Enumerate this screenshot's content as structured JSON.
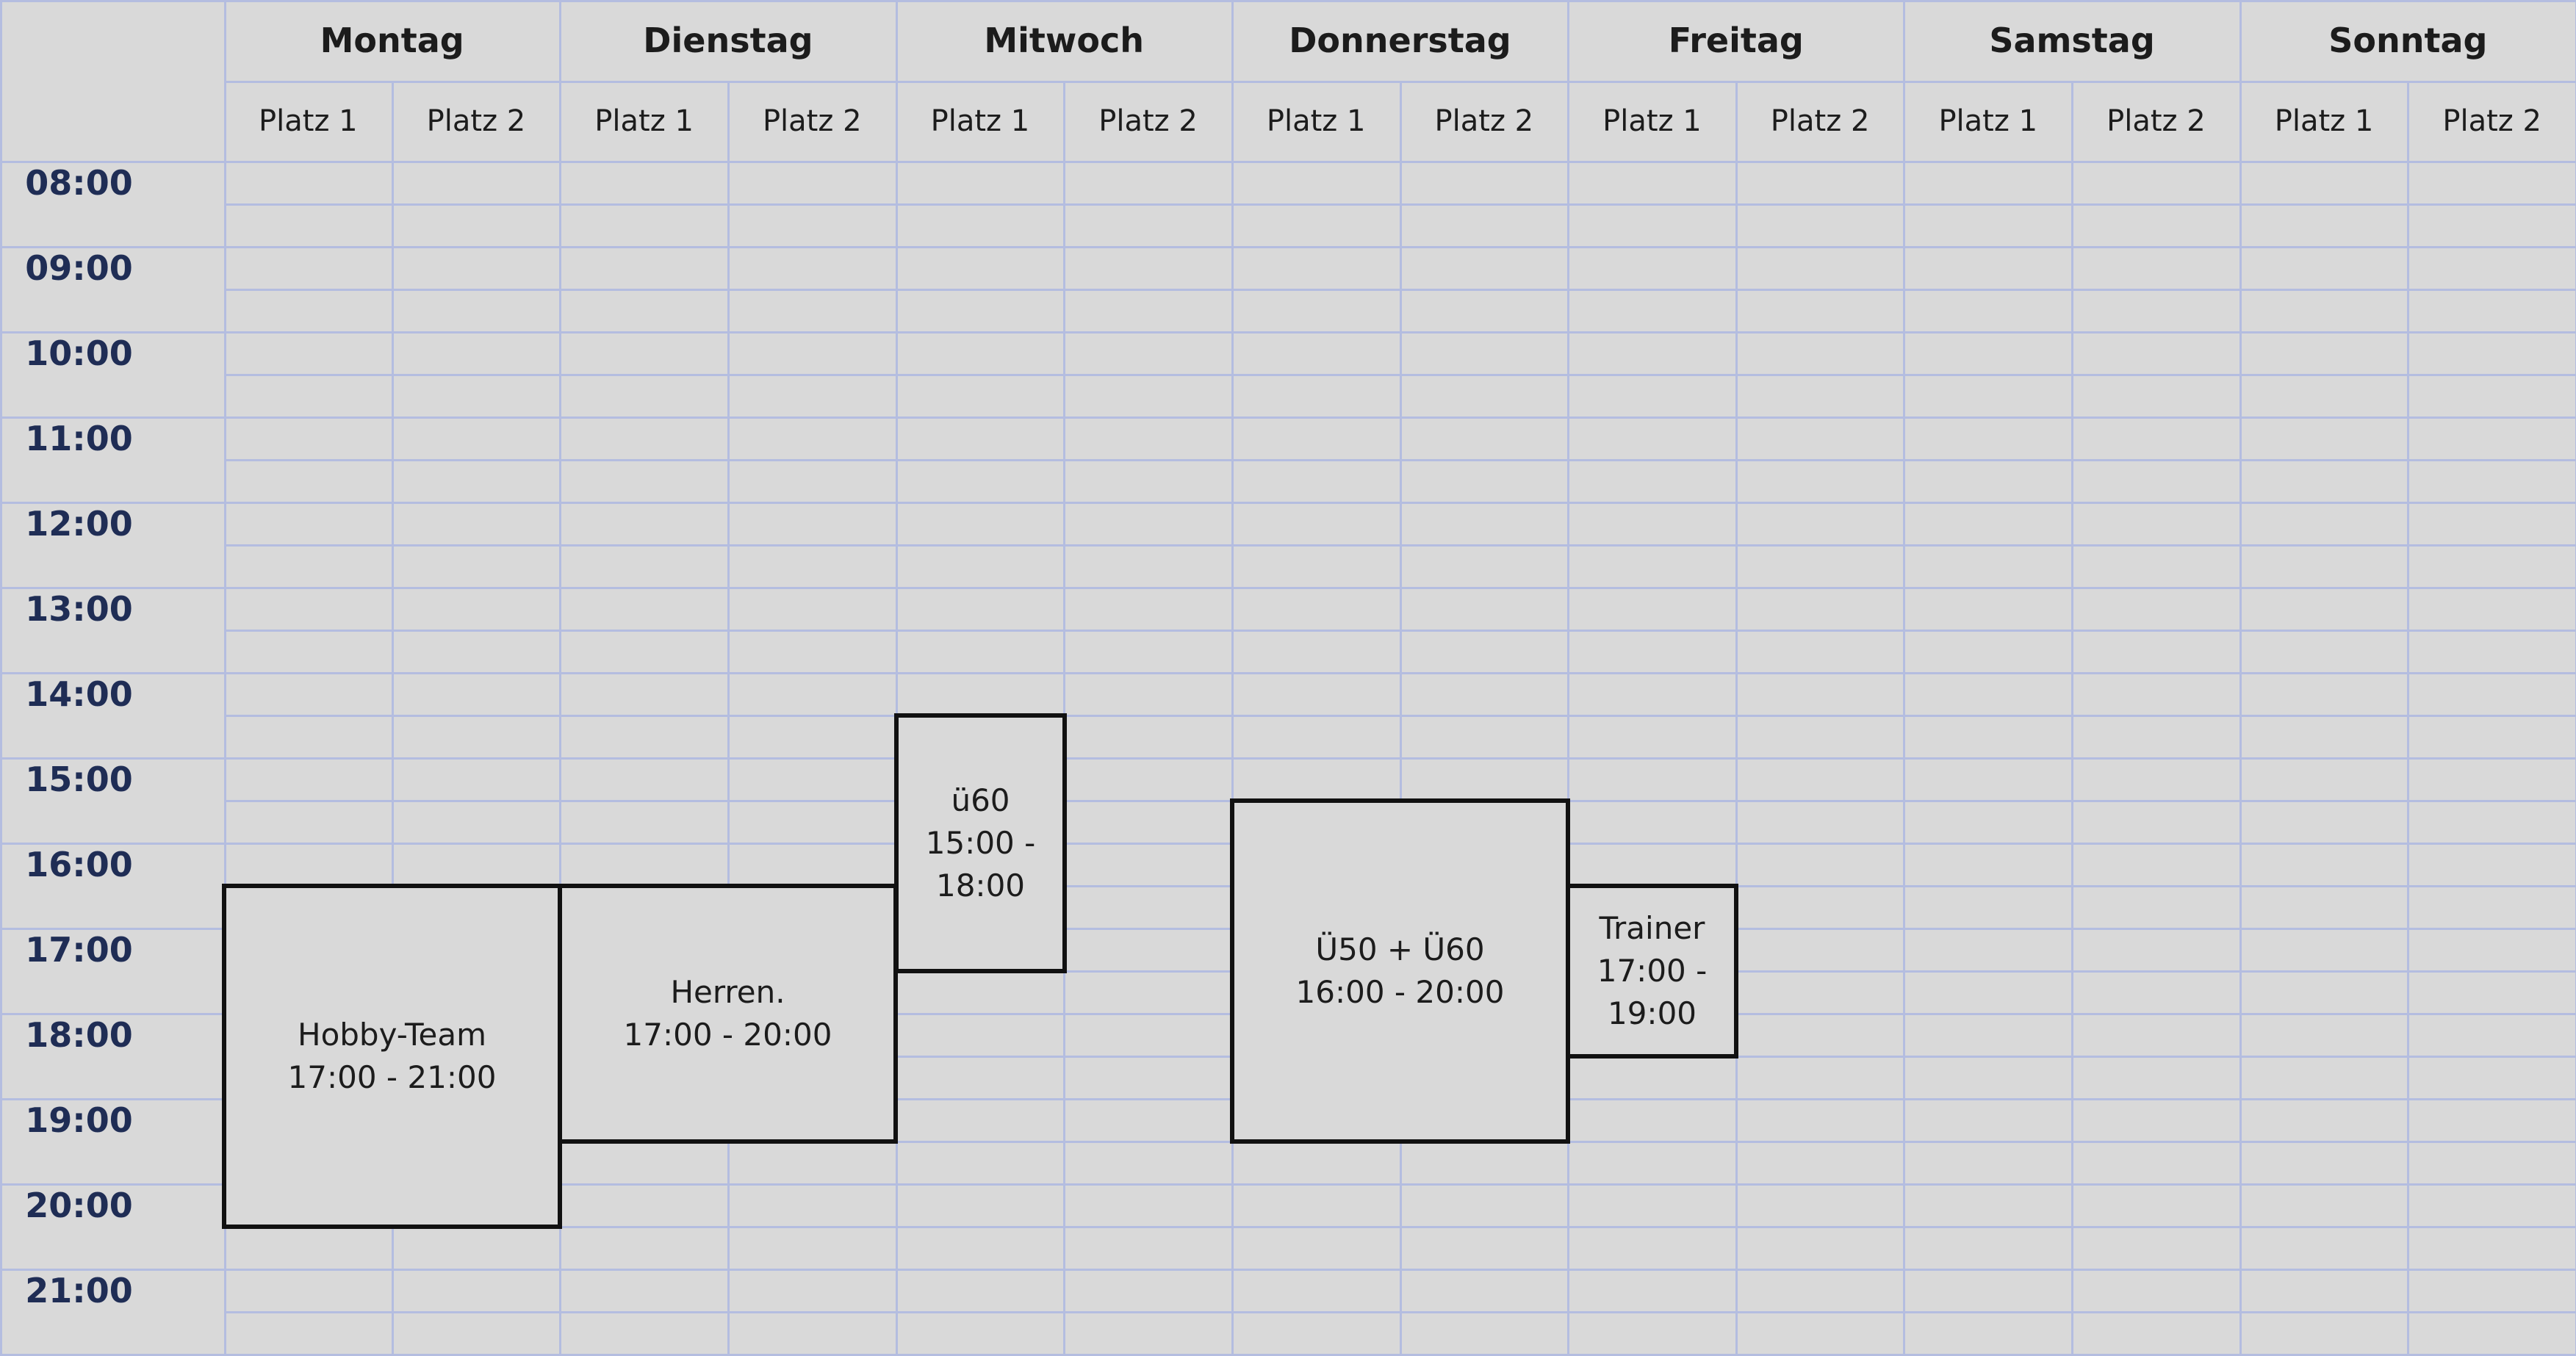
{
  "days": [
    {
      "name": "Montag",
      "courts": [
        "Platz 1",
        "Platz 2"
      ]
    },
    {
      "name": "Dienstag",
      "courts": [
        "Platz 1",
        "Platz 2"
      ]
    },
    {
      "name": "Mitwoch",
      "courts": [
        "Platz 1",
        "Platz 2"
      ]
    },
    {
      "name": "Donnerstag",
      "courts": [
        "Platz 1",
        "Platz 2"
      ]
    },
    {
      "name": "Freitag",
      "courts": [
        "Platz 1",
        "Platz 2"
      ]
    },
    {
      "name": "Samstag",
      "courts": [
        "Platz 1",
        "Platz 2"
      ]
    },
    {
      "name": "Sonntag",
      "courts": [
        "Platz 1",
        "Platz 2"
      ]
    }
  ],
  "times": [
    "08:00",
    "09:00",
    "10:00",
    "11:00",
    "12:00",
    "13:00",
    "14:00",
    "15:00",
    "16:00",
    "17:00",
    "18:00",
    "19:00",
    "20:00",
    "21:00"
  ],
  "events": [
    {
      "day": 0,
      "courts": [
        1,
        2
      ],
      "start": "16:30",
      "end": "20:30",
      "text": "Hobby-Team\n17:00 - 21:00"
    },
    {
      "day": 1,
      "courts": [
        1,
        2
      ],
      "start": "16:30",
      "end": "19:30",
      "text": "Herren.\n17:00 - 20:00"
    },
    {
      "day": 2,
      "courts": [
        1
      ],
      "start": "14:30",
      "end": "17:30",
      "text": "ü60\n15:00 -\n18:00"
    },
    {
      "day": 3,
      "courts": [
        1,
        2
      ],
      "start": "15:30",
      "end": "19:30",
      "text": "Ü50 + Ü60\n16:00 - 20:00"
    },
    {
      "day": 4,
      "courts": [
        1
      ],
      "start": "16:30",
      "end": "18:30",
      "text": "Trainer\n17:00 -\n19:00"
    }
  ],
  "colors": {
    "background": "#d9d9d9",
    "grid": "#b4bde0",
    "time_text": "#1f2d55",
    "event_border": "#111111"
  }
}
